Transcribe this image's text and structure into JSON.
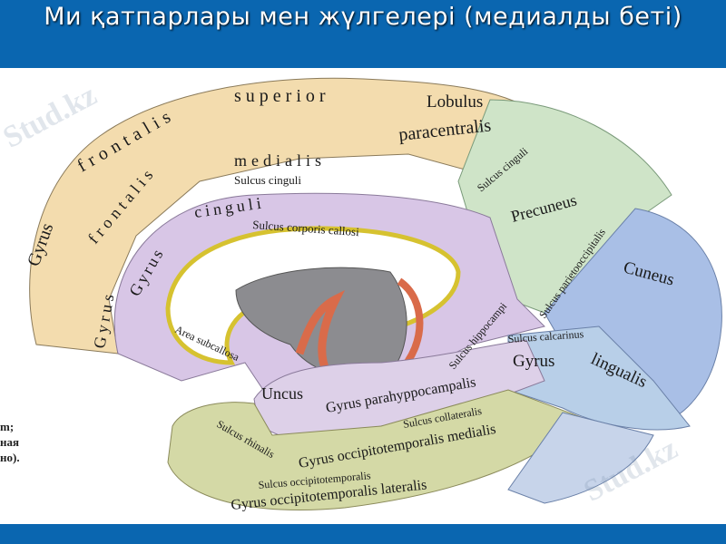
{
  "slide": {
    "title": "Ми қатпарлары мен жүлгелері (медиалды беті)",
    "header_color": "#0a66b0"
  },
  "watermark": "Stud.kz",
  "side_note": [
    "m;",
    "ная",
    "но)."
  ],
  "labels": {
    "gyrus_frontalis_superior_1": "Gyrus",
    "gyrus_frontalis_superior_2": "frontalis",
    "gyrus_frontalis_superior_3": "superior",
    "lobulus": "Lobulus",
    "paracentralis": "paracentralis",
    "frontalis_medialis_1": "frontalis",
    "frontalis_medialis_2": "medialis",
    "gyrus_left": "Gyrus",
    "sulcus_cinguli": "Sulcus cinguli",
    "sulcus_cinguli_2": "Sulcus cinguli",
    "gyrus_cinguli_1": "Gyrus",
    "gyrus_cinguli_2": "cinguli",
    "sulcus_corporis_callosi": "Sulcus corporis callosi",
    "precuneus": "Precuneus",
    "sulcus_parietooccipitalis": "Sulcus parietooccipitalis",
    "cuneus": "Cuneus",
    "area_subcallosa": "Area subcallosa",
    "sulcus_hippocampi": "Sulcus hippocampi",
    "sulcus_calcarinus": "Sulcus calcarinus",
    "gyrus_lingualis_1": "Gyrus",
    "gyrus_lingualis_2": "lingualis",
    "uncus": "Uncus",
    "gyrus_parahippocampalis": "Gyrus parahyppocampalis",
    "sulcus_collateralis": "Sulcus collateralis",
    "sulcus_rhinalis": "Sulcus rhinalis",
    "gyrus_occipitotemporalis_medialis": "Gyrus occipitotemporalis medialis",
    "sulcus_occipitotemporalis": "Sulcus occipitotemporalis",
    "gyrus_occipitotemporalis_lateralis": "Gyrus occipitotemporalis lateralis"
  }
}
